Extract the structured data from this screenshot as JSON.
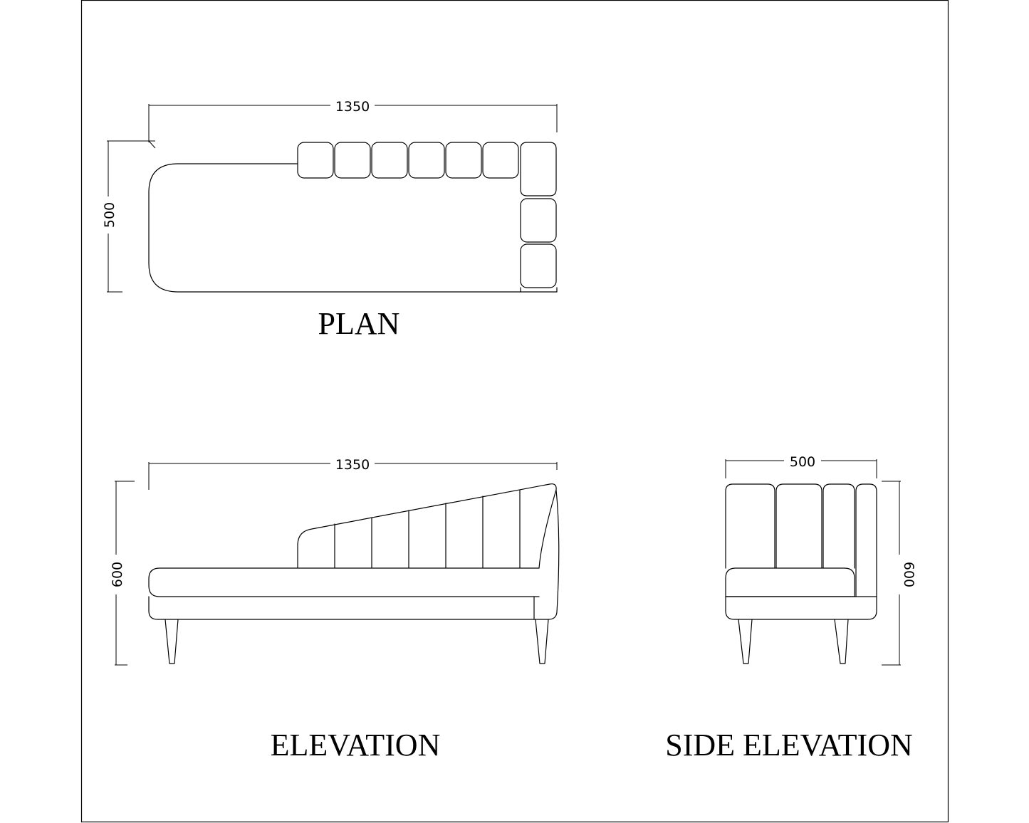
{
  "plan": {
    "title": "PLAN",
    "width_dim": "1350",
    "depth_dim": "500"
  },
  "elevation": {
    "title": "ELEVATION",
    "width_dim": "1350",
    "height_dim": "600"
  },
  "side_elevation": {
    "title": "SIDE ELEVATION",
    "width_dim": "500",
    "height_dim": "600"
  }
}
